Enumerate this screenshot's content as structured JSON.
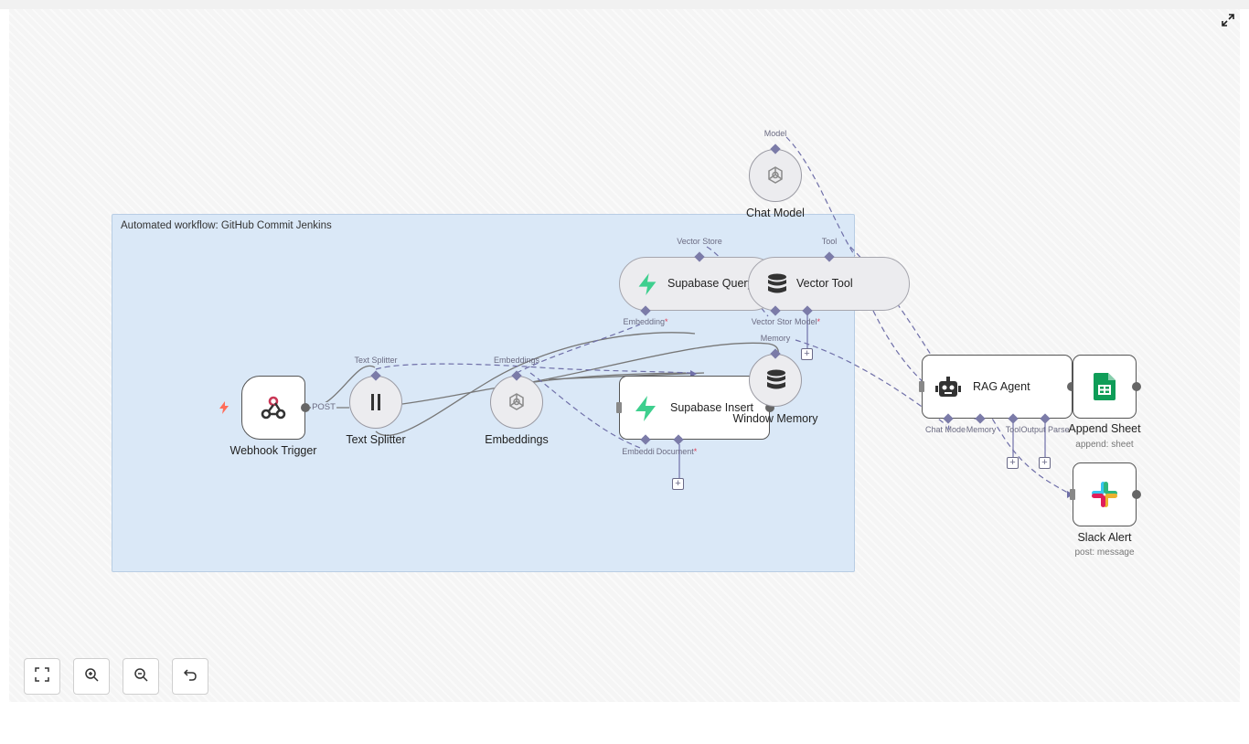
{
  "sticky_note": {
    "text": "Automated workflow: GitHub Commit Jenkins"
  },
  "nodes": {
    "webhook_trigger": {
      "label": "Webhook Trigger",
      "icon": "webhook-icon"
    },
    "text_splitter": {
      "label": "Text Splitter",
      "icon": "text-splitter-icon"
    },
    "embeddings": {
      "label": "Embeddings",
      "icon": "openai-icon"
    },
    "supabase_insert": {
      "label": "Supabase Insert",
      "icon": "supabase-icon"
    },
    "supabase_query": {
      "label": "Supabase Query",
      "icon": "supabase-icon"
    },
    "vector_tool": {
      "label": "Vector Tool",
      "icon": "database-icon"
    },
    "window_memory": {
      "label": "Window Memory",
      "icon": "database-icon"
    },
    "chat_model": {
      "label": "Chat Model",
      "icon": "openai-icon"
    },
    "rag_agent": {
      "label": "RAG Agent",
      "icon": "robot-icon"
    },
    "append_sheet": {
      "label": "Append Sheet",
      "sublabel": "append: sheet",
      "icon": "google-sheets-icon"
    },
    "slack_alert": {
      "label": "Slack Alert",
      "sublabel": "post: message",
      "icon": "slack-icon"
    }
  },
  "edge_labels": {
    "post": "POST"
  },
  "port_labels": {
    "text_splitter_top": "Text Splitter",
    "embeddings_top": "Embeddings",
    "supabase_insert_embedding": "Embeddi",
    "supabase_insert_document": "Document",
    "supabase_query_vector_store": "Vector Store",
    "supabase_query_embedding": "Embedding",
    "vector_tool_tool": "Tool",
    "vector_tool_vector_store": "Vector Stor",
    "vector_tool_model": "Model",
    "window_memory_memory": "Memory",
    "chat_model_model": "Model",
    "rag_agent_chat_model": "Chat Mode",
    "rag_agent_memory": "Memory",
    "rag_agent_tool": "Tool",
    "rag_agent_output_parser": "Output Parse"
  },
  "required_marker": "*",
  "controls": {
    "fit_view": "fit-view-icon",
    "zoom_in": "zoom-in-icon",
    "zoom_out": "zoom-out-icon",
    "undo": "undo-icon",
    "fullscreen": "expand-icon"
  },
  "colors": {
    "canvas_bg": "#f5f5f5",
    "sticky_bg": "#dae8f7",
    "port_accent": "#7b7ba8",
    "edge_main": "#777777",
    "edge_sub": "#6f6fa8",
    "required": "#e0405a",
    "trigger_bolt": "#ff6d5a",
    "supabase_green": "#3ecf8e",
    "sheets_green": "#0f9d58"
  }
}
